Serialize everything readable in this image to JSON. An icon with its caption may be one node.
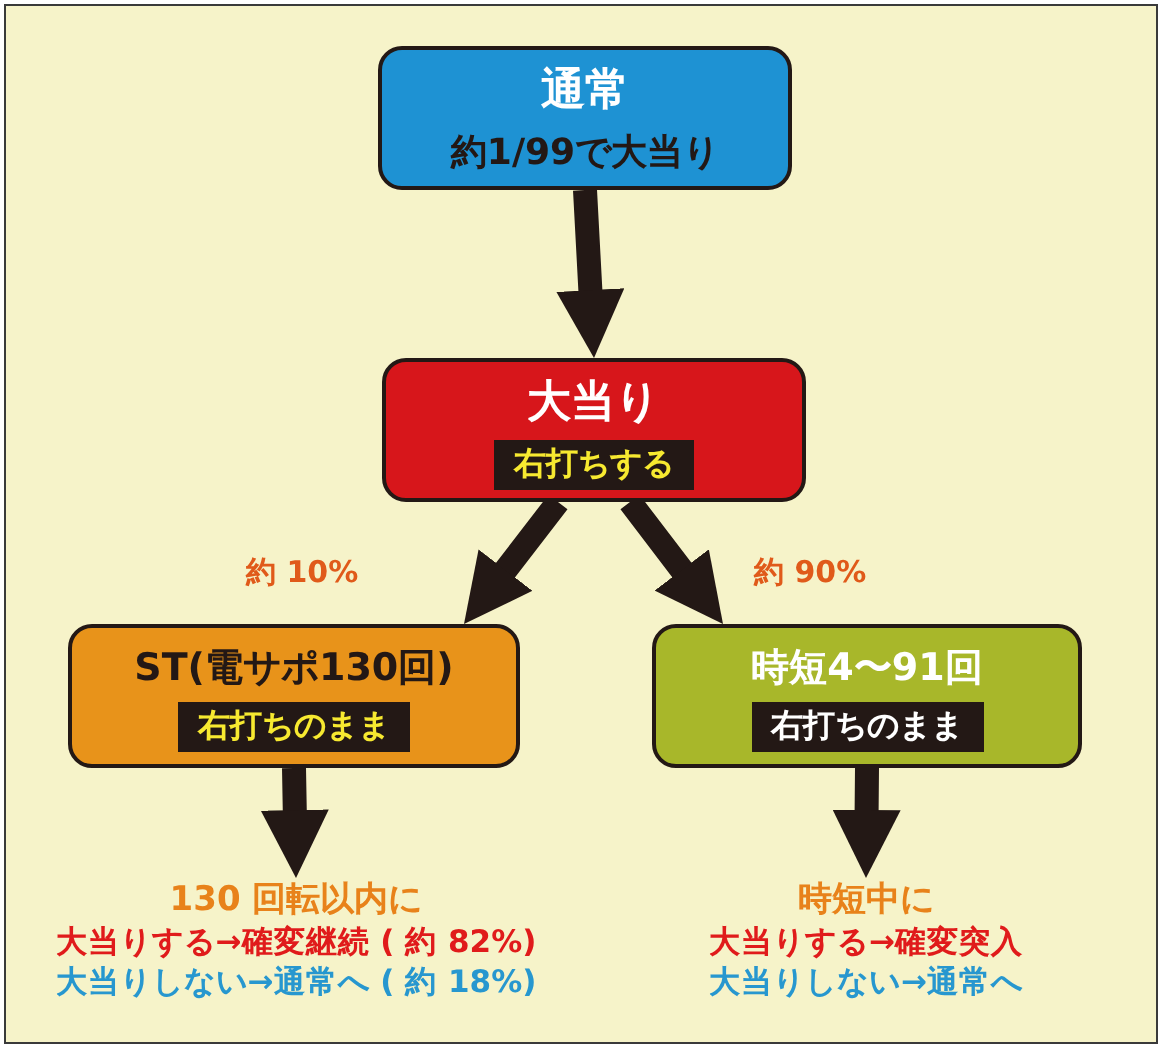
{
  "diagram": {
    "nodes": [
      {
        "text": [
          "通常",
          "約1/99で大当り"
        ]
      },
      {
        "text": [
          "大当り",
          "右打ちする"
        ]
      },
      {
        "text": [
          "ST(電サポ130回)",
          "右打ちのまま"
        ]
      },
      {
        "text": [
          "時短4〜91回",
          "右打ちのまま"
        ]
      },
      {
        "text": [
          "130 回転以内に",
          "大当りする→確変継続 ( 約 82%)",
          "大当りしない→通常へ ( 約 18%)"
        ]
      },
      {
        "text": [
          "時短中に",
          "大当りする→確変突入",
          "大当りしない→通常へ"
        ]
      }
    ],
    "edges": [
      {
        "from": 0,
        "to": 1,
        "arrow": "to"
      },
      {
        "from": 1,
        "to": 2,
        "arrow": "to",
        "label": "約 10%"
      },
      {
        "from": 1,
        "to": 3,
        "arrow": "to",
        "label": "約 90%"
      },
      {
        "from": 2,
        "to": 4,
        "arrow": "to"
      },
      {
        "from": 3,
        "to": 5,
        "arrow": "to"
      }
    ]
  }
}
